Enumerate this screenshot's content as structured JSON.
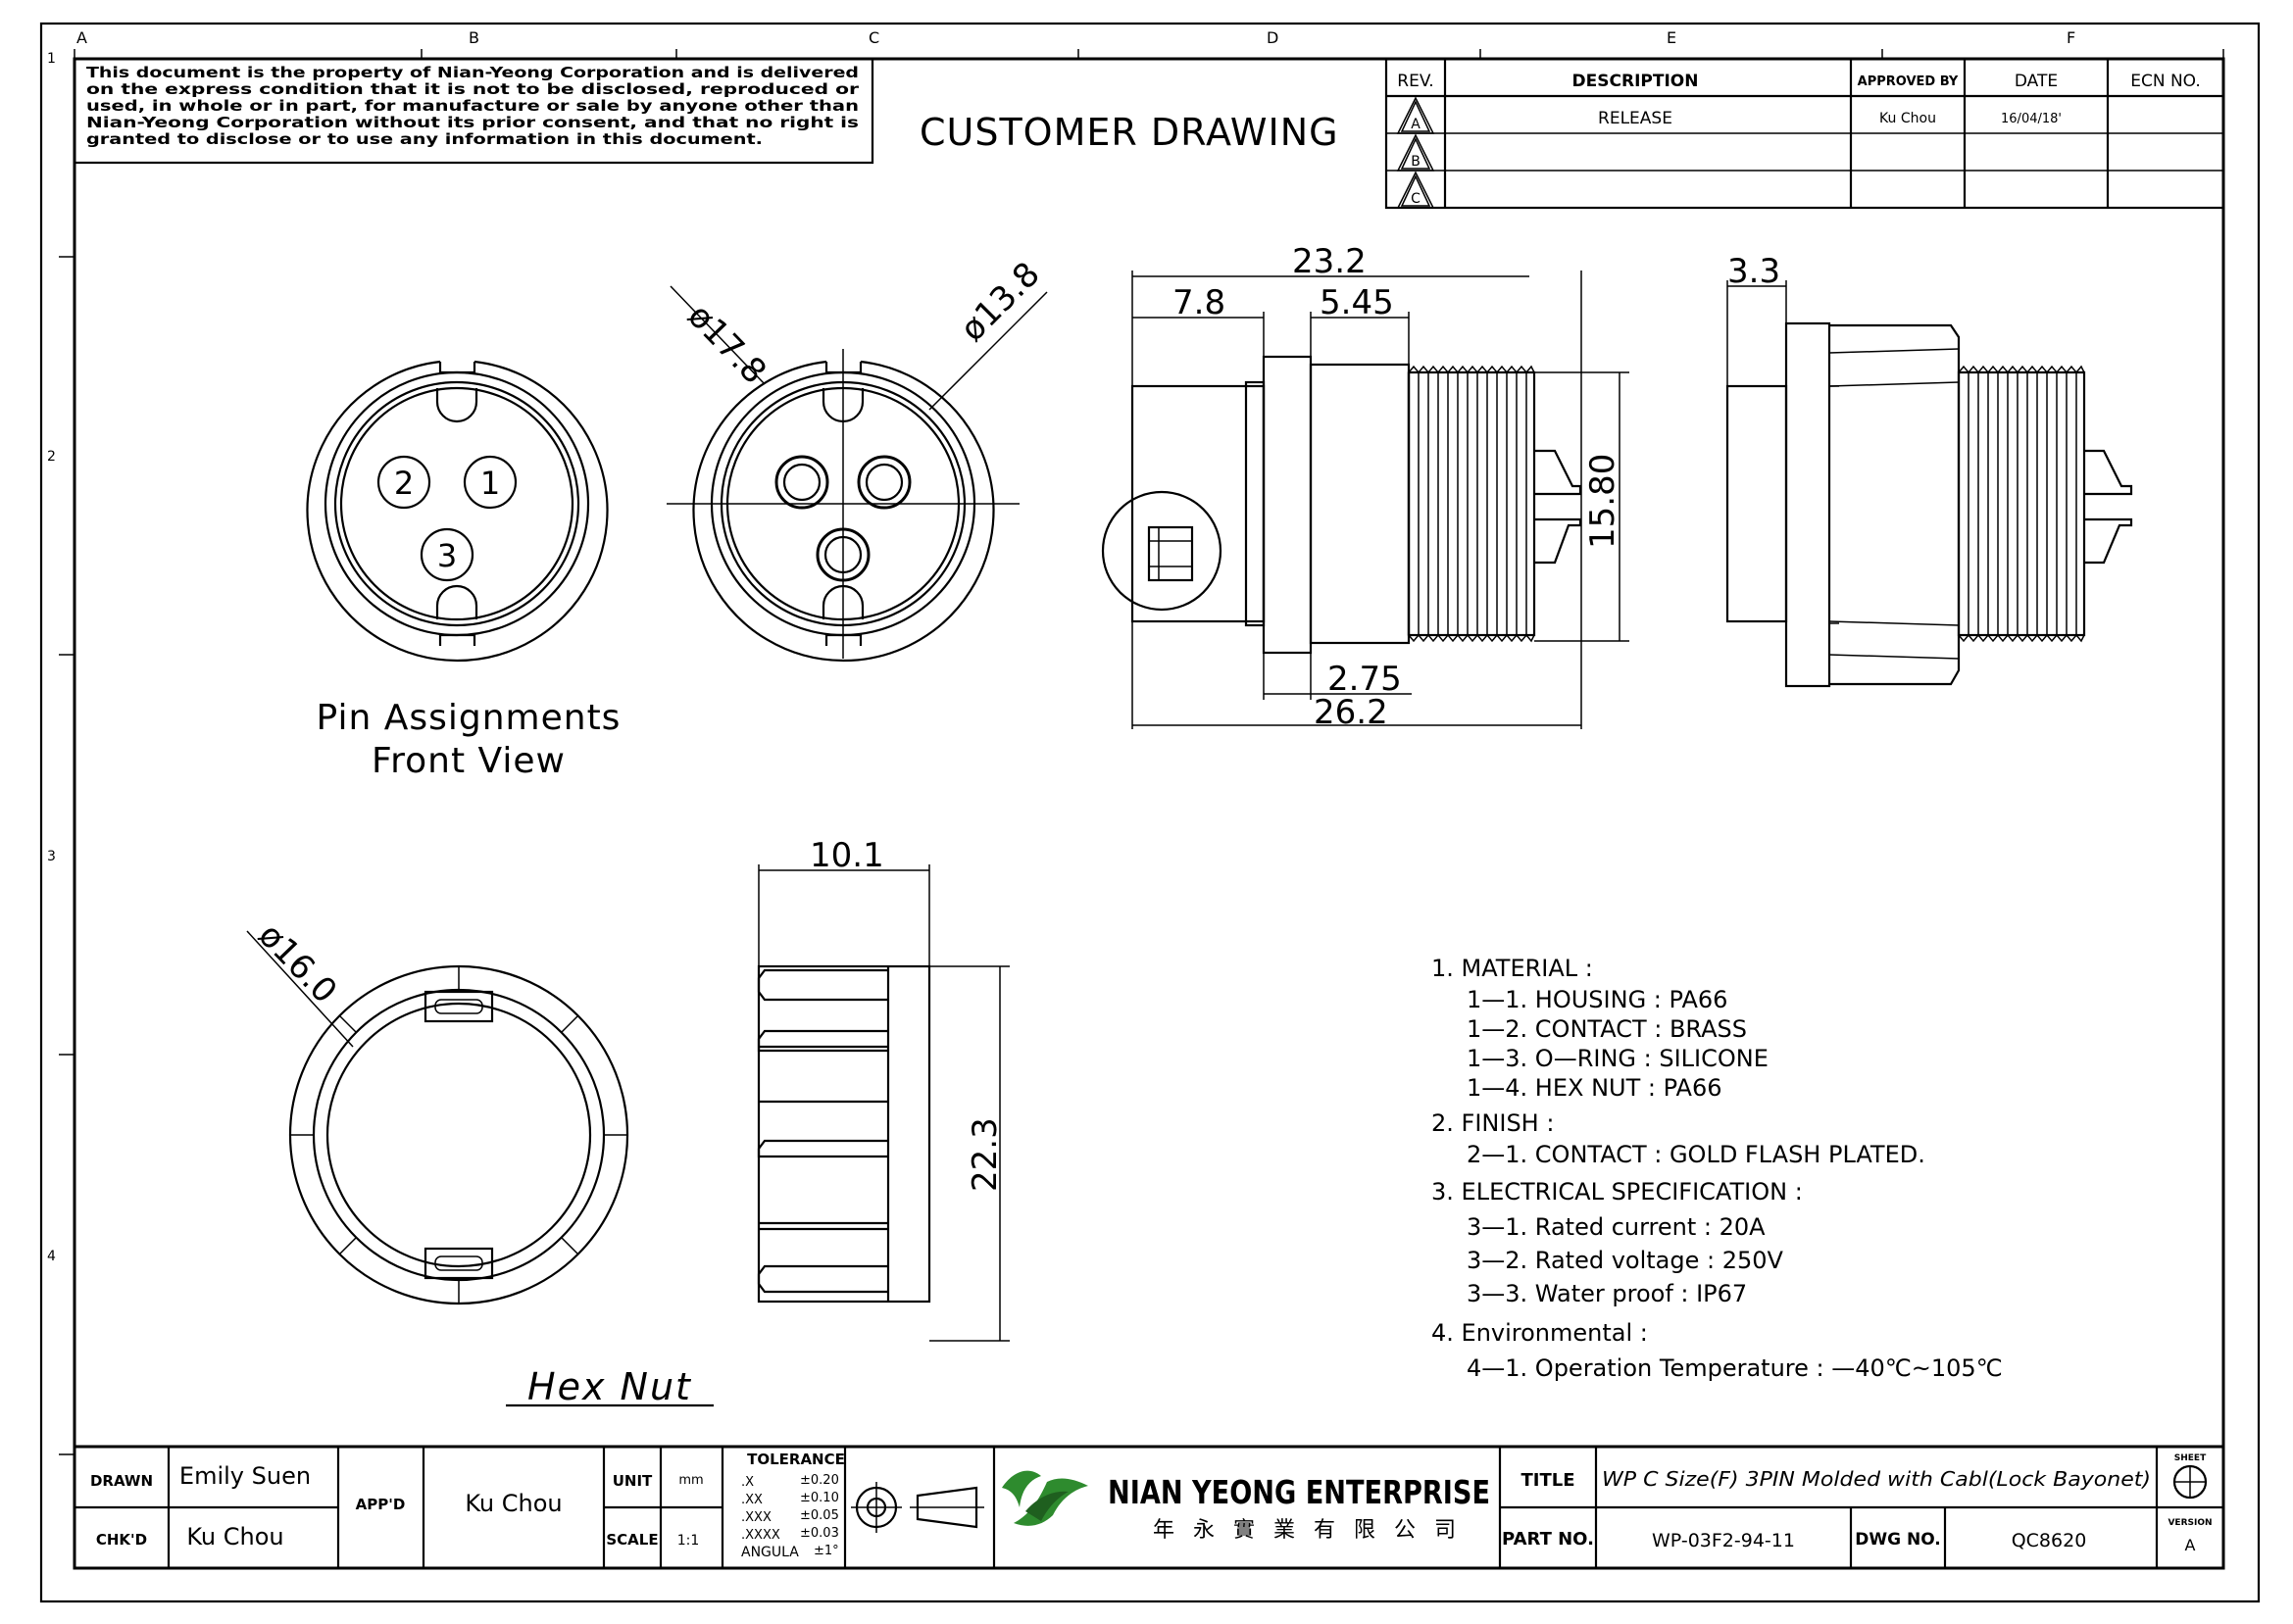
{
  "grid": {
    "cols": [
      "A",
      "B",
      "C",
      "D",
      "E",
      "F"
    ],
    "rows": [
      "1",
      "2",
      "3",
      "4"
    ]
  },
  "notice": {
    "lines": [
      "This document is the property of Nian-Yeong Corporation and is delivered",
      "on  the  express condition that it is not to be disclosed, reproduced or",
      "used, in whole or in part, for manufacture or sale by anyone other than",
      "Nian-Yeong Corporation without  its prior consent, and that  no right  is",
      "granted to disclose or to use any information in this  document."
    ]
  },
  "drawing_type": "CUSTOMER  DRAWING",
  "revision_table": {
    "headers": [
      "REV.",
      "DESCRIPTION",
      "APPROVED BY",
      "DATE",
      "ECN NO."
    ],
    "rows": [
      {
        "rev": "A",
        "description": "RELEASE",
        "approved_by": "Ku Chou",
        "date": "16/04/18'",
        "ecn": ""
      },
      {
        "rev": "B",
        "description": "",
        "approved_by": "",
        "date": "",
        "ecn": ""
      },
      {
        "rev": "C",
        "description": "",
        "approved_by": "",
        "date": "",
        "ecn": ""
      }
    ]
  },
  "pin_view": {
    "pins": [
      "2",
      "1",
      "3"
    ],
    "caption_line1": "Pin  Assignments",
    "caption_line2": "Front  View"
  },
  "dimensions": {
    "front_od": "ø17.8",
    "front_id": "ø13.8",
    "side_total": "23.2",
    "side_a": "7.8",
    "side_b": "5.45",
    "side_height": "15.80",
    "side_flange": "2.75",
    "side_overall": "26.2",
    "rear_a": "3.3",
    "nut_dia": "ø16.0",
    "nut_width": "10.1",
    "nut_height": "22.3"
  },
  "hex_nut_caption": "Hex  Nut",
  "notes": [
    "1.  MATERIAL  :",
    "1—1.  HOUSING  :  PA66",
    "1—2.  CONTACT  :  BRASS",
    "1—3.  O—RING  :  SILICONE",
    "1—4.  HEX  NUT  :  PA66",
    "2.  FINISH  :",
    "2—1.  CONTACT  :  GOLD  FLASH  PLATED.",
    "3.  ELECTRICAL  SPECIFICATION  :",
    "3—1.  Rated  current  :  20A",
    "3—2.  Rated  voltage  :  250V",
    "3—3.  Water  proof  :  IP67",
    "4.  Environmental  :",
    "4—1.  Operation  Temperature  :  —40℃~105℃"
  ],
  "title_block": {
    "drawn_label": "DRAWN",
    "drawn_value": "Emily Suen",
    "chkd_label": "CHK'D",
    "chkd_value": "Ku Chou",
    "appd_label": "APP'D",
    "appd_value": "Ku Chou",
    "unit_label": "UNIT",
    "unit_value": "mm",
    "scale_label": "SCALE",
    "scale_value": "1:1",
    "tolerance_label": "TOLERANCE",
    "tolerances": [
      {
        "k": ".X",
        "v": "±0.20"
      },
      {
        "k": ".XX",
        "v": "±0.10"
      },
      {
        "k": ".XXX",
        "v": "±0.05"
      },
      {
        "k": ".XXXX",
        "v": "±0.03"
      }
    ],
    "angular_label": "ANGULA",
    "angular_value": "±1°",
    "company_name": "NIAN YEONG ENTERPRISE",
    "company_chinese": "年 永 實 業 有 限 公 司",
    "title_label": "TITLE",
    "title_value": "WP C Size(F) 3PIN Molded with Cabl(Lock Bayonet)",
    "part_no_label": "PART NO.",
    "part_no_value": "WP-03F2-94-11",
    "dwg_no_label": "DWG NO.",
    "dwg_no_value": "QC8620",
    "sheet_label": "SHEET",
    "version_label": "VERSION",
    "version_value": "A"
  },
  "colors": {
    "line": "#000000",
    "logo_green": "#2e8b2e",
    "logo_dark": "#1f5f1f"
  }
}
